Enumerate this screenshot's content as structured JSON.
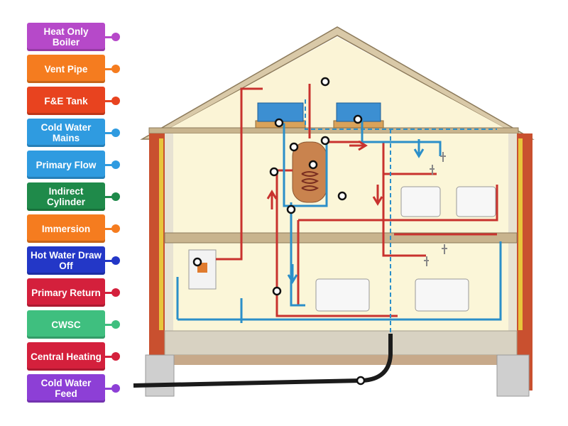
{
  "labels": [
    {
      "text": "Heat Only Boiler",
      "color": "#b649c9"
    },
    {
      "text": "Vent Pipe",
      "color": "#f57c1f"
    },
    {
      "text": "F&E Tank",
      "color": "#e8431f"
    },
    {
      "text": "Cold Water Mains",
      "color": "#2f9be0"
    },
    {
      "text": "Primary Flow",
      "color": "#2f9be0"
    },
    {
      "text": "Indirect Cylinder",
      "color": "#1f8a4a"
    },
    {
      "text": "Immersion",
      "color": "#f57c1f"
    },
    {
      "text": "Hot Water Draw Off",
      "color": "#2337c7"
    },
    {
      "text": "Primary Return",
      "color": "#d4203c"
    },
    {
      "text": "CWSC",
      "color": "#3fbf7f"
    },
    {
      "text": "Central Heating",
      "color": "#d4203c"
    },
    {
      "text": "Cold Water Feed",
      "color": "#8d3fd6"
    }
  ],
  "colors": {
    "hot_pipe": "#c8322e",
    "cold_pipe": "#2b8fc9",
    "mains_pipe": "#1b1b1b",
    "wall_fill": "#fbf6d8",
    "brick": "#c9502f",
    "roof": "#c8b89a"
  },
  "drop_targets": [
    {
      "id": "t1"
    },
    {
      "id": "t2"
    },
    {
      "id": "t3"
    },
    {
      "id": "t4"
    },
    {
      "id": "t5"
    },
    {
      "id": "t6"
    },
    {
      "id": "t7"
    },
    {
      "id": "t8"
    },
    {
      "id": "t9"
    },
    {
      "id": "t10"
    },
    {
      "id": "t11"
    },
    {
      "id": "t12"
    }
  ]
}
